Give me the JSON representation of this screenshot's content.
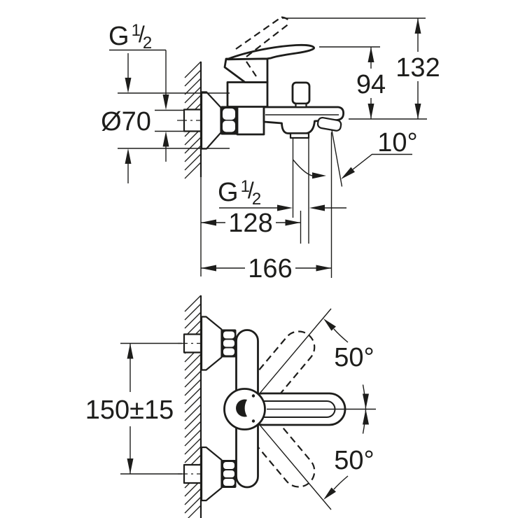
{
  "drawing": {
    "dimensions": {
      "wall_thread_top": {
        "prefix": "G",
        "numerator": "1",
        "slash": "/",
        "denominator": "2"
      },
      "escutcheon_diameter": "Ø70",
      "handle_height": "94",
      "total_height": "132",
      "spout_angle": "10°",
      "shower_outlet_thread": {
        "prefix": "G",
        "numerator": "1",
        "slash": "/",
        "denominator": "2"
      },
      "shower_outlet_distance": "128",
      "total_projection": "166",
      "connection_centers": "150±15",
      "lever_swing_up": "50°",
      "lever_swing_down": "50°"
    },
    "colors": {
      "line_color": "#1d1d1b",
      "background": "#ffffff"
    }
  }
}
